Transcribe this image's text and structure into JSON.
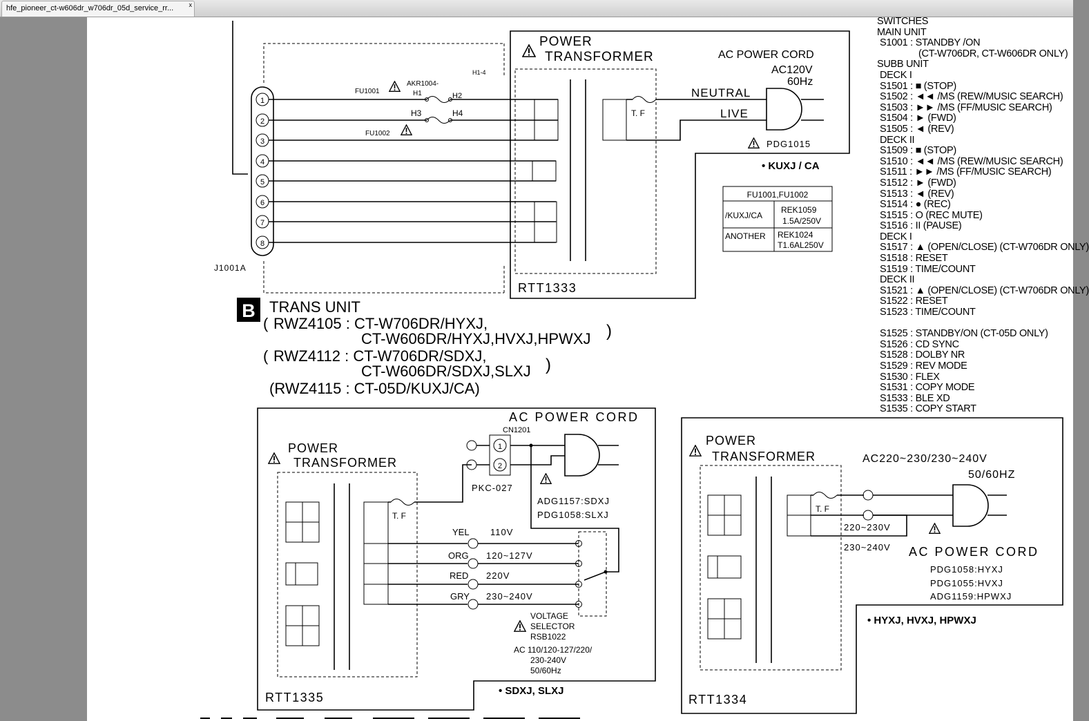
{
  "tab": {
    "title": "hfe_pioneer_ct-w606dr_w706dr_05d_service_rr...",
    "close": "x"
  },
  "top": {
    "pt_title_1": "POWER",
    "pt_title_2": "TRANSFORMER",
    "ac_cord": "AC POWER CORD",
    "ac_volt": "AC120V",
    "ac_hz": "60Hz",
    "neutral": "NEUTRAL",
    "live": "LIVE",
    "tf": "T. F",
    "plug": "PDG1015",
    "region": "• KUXJ / CA",
    "rtt": "RTT1333",
    "fu1001": "FU1001",
    "fu1002": "FU1002",
    "akr": "AKR1004-",
    "h1": "H1",
    "h2": "H2",
    "h3": "H3",
    "h4": "H4",
    "h14": "H1-4",
    "connector": "J1001A",
    "pins": [
      "1",
      "2",
      "3",
      "4",
      "5",
      "6",
      "7",
      "8"
    ],
    "fuse_table": {
      "header": "FU1001,FU1002",
      "rows": [
        {
          "region": "/KUXJ/CA",
          "part": "REK1059",
          "rating": "1.5A/250V"
        },
        {
          "region": "ANOTHER",
          "part": "REK1024",
          "rating": "T1.6AL250V"
        }
      ]
    }
  },
  "trans": {
    "badge": "B",
    "title": "TRANS UNIT",
    "line1": "RWZ4105 : CT-W706DR/HYXJ,",
    "line2": "CT-W606DR/HYXJ,HVXJ,HPWXJ",
    "line3": "RWZ4112 : CT-W706DR/SDXJ,",
    "line4": "CT-W606DR/SDXJ,SLXJ",
    "line5": "(RWZ4115 : CT-05D/KUXJ/CA)"
  },
  "bl": {
    "ac_cord": "AC POWER CORD",
    "cn": "CN1201",
    "pt_title_1": "POWER",
    "pt_title_2": "TRANSFORMER",
    "tf": "T. F",
    "pkc": "PKC-027",
    "adg": "ADG1157:SDXJ",
    "pdg": "PDG1058:SLXJ",
    "taps": [
      {
        "color": "YEL",
        "volt": "110V"
      },
      {
        "color": "ORG",
        "volt": "120~127V"
      },
      {
        "color": "RED",
        "volt": "220V"
      },
      {
        "color": "GRY",
        "volt": "230~240V"
      }
    ],
    "vs1": "VOLTAGE",
    "vs2": "SELECTOR",
    "vs3": "RSB1022",
    "vs4": "AC 110/120-127/220/",
    "vs5": "230-240V",
    "vs6": "50/60Hz",
    "rtt": "RTT1335",
    "region": "• SDXJ, SLXJ",
    "pins": [
      "1",
      "2"
    ]
  },
  "br": {
    "pt_title_1": "POWER",
    "pt_title_2": "TRANSFORMER",
    "ac_volt": "AC220~230/230~240V",
    "ac_hz": "50/60HZ",
    "tf": "T. F",
    "tap1": "220~230V",
    "tap2": "230~240V",
    "ac_cord": "AC POWER CORD",
    "parts": [
      "PDG1058:HYXJ",
      "PDG1055:HVXJ",
      "ADG1159:HPWXJ"
    ],
    "region": "• HYXJ, HVXJ, HPWXJ",
    "rtt": "RTT1334"
  },
  "switches": {
    "title": "SWITCHES",
    "main_unit": "MAIN UNIT",
    "s1001": "S1001 : STANDBY /ON",
    "s1001b": "(CT-W706DR, CT-W606DR ONLY)",
    "subb_unit": "SUBB UNIT",
    "deck1": "DECK I",
    "deck1_items": [
      "S1501 : ■ (STOP)",
      "S1502 : ◄◄ /MS (REW/MUSIC SEARCH)",
      "S1503 : ►► /MS (FF/MUSIC SEARCH)",
      "S1504 : ► (FWD)",
      "S1505 : ◄ (REV)"
    ],
    "deck2": "DECK II",
    "deck2_items": [
      "S1509 : ■ (STOP)",
      "S1510 : ◄◄ /MS (REW/MUSIC SEARCH)",
      "S1511 : ►► /MS (FF/MUSIC SEARCH)",
      "S1512 : ► (FWD)",
      "S1513 : ◄ (REV)",
      "S1514 : ● (REC)",
      "S1515 : O (REC MUTE)",
      "S1516 : II (PAUSE)"
    ],
    "deck1b": "DECK I",
    "deck1b_items": [
      "S1517 : ▲ (OPEN/CLOSE) (CT-W706DR ONLY)",
      "S1518 : RESET",
      "S1519 : TIME/COUNT"
    ],
    "deck2b": "DECK II",
    "deck2b_items": [
      "S1521 : ▲ (OPEN/CLOSE) (CT-W706DR ONLY)",
      "S1522 : RESET",
      "S1523 : TIME/COUNT"
    ],
    "misc_items": [
      "S1525 : STANDBY/ON (CT-05D ONLY)",
      "S1526 : CD SYNC",
      "S1528 : DOLBY NR",
      "S1529 : REV MODE",
      "S1530 : FLEX",
      "S1531 : COPY MODE",
      "S1533 : BLE XD",
      "S1535 : COPY START"
    ]
  }
}
